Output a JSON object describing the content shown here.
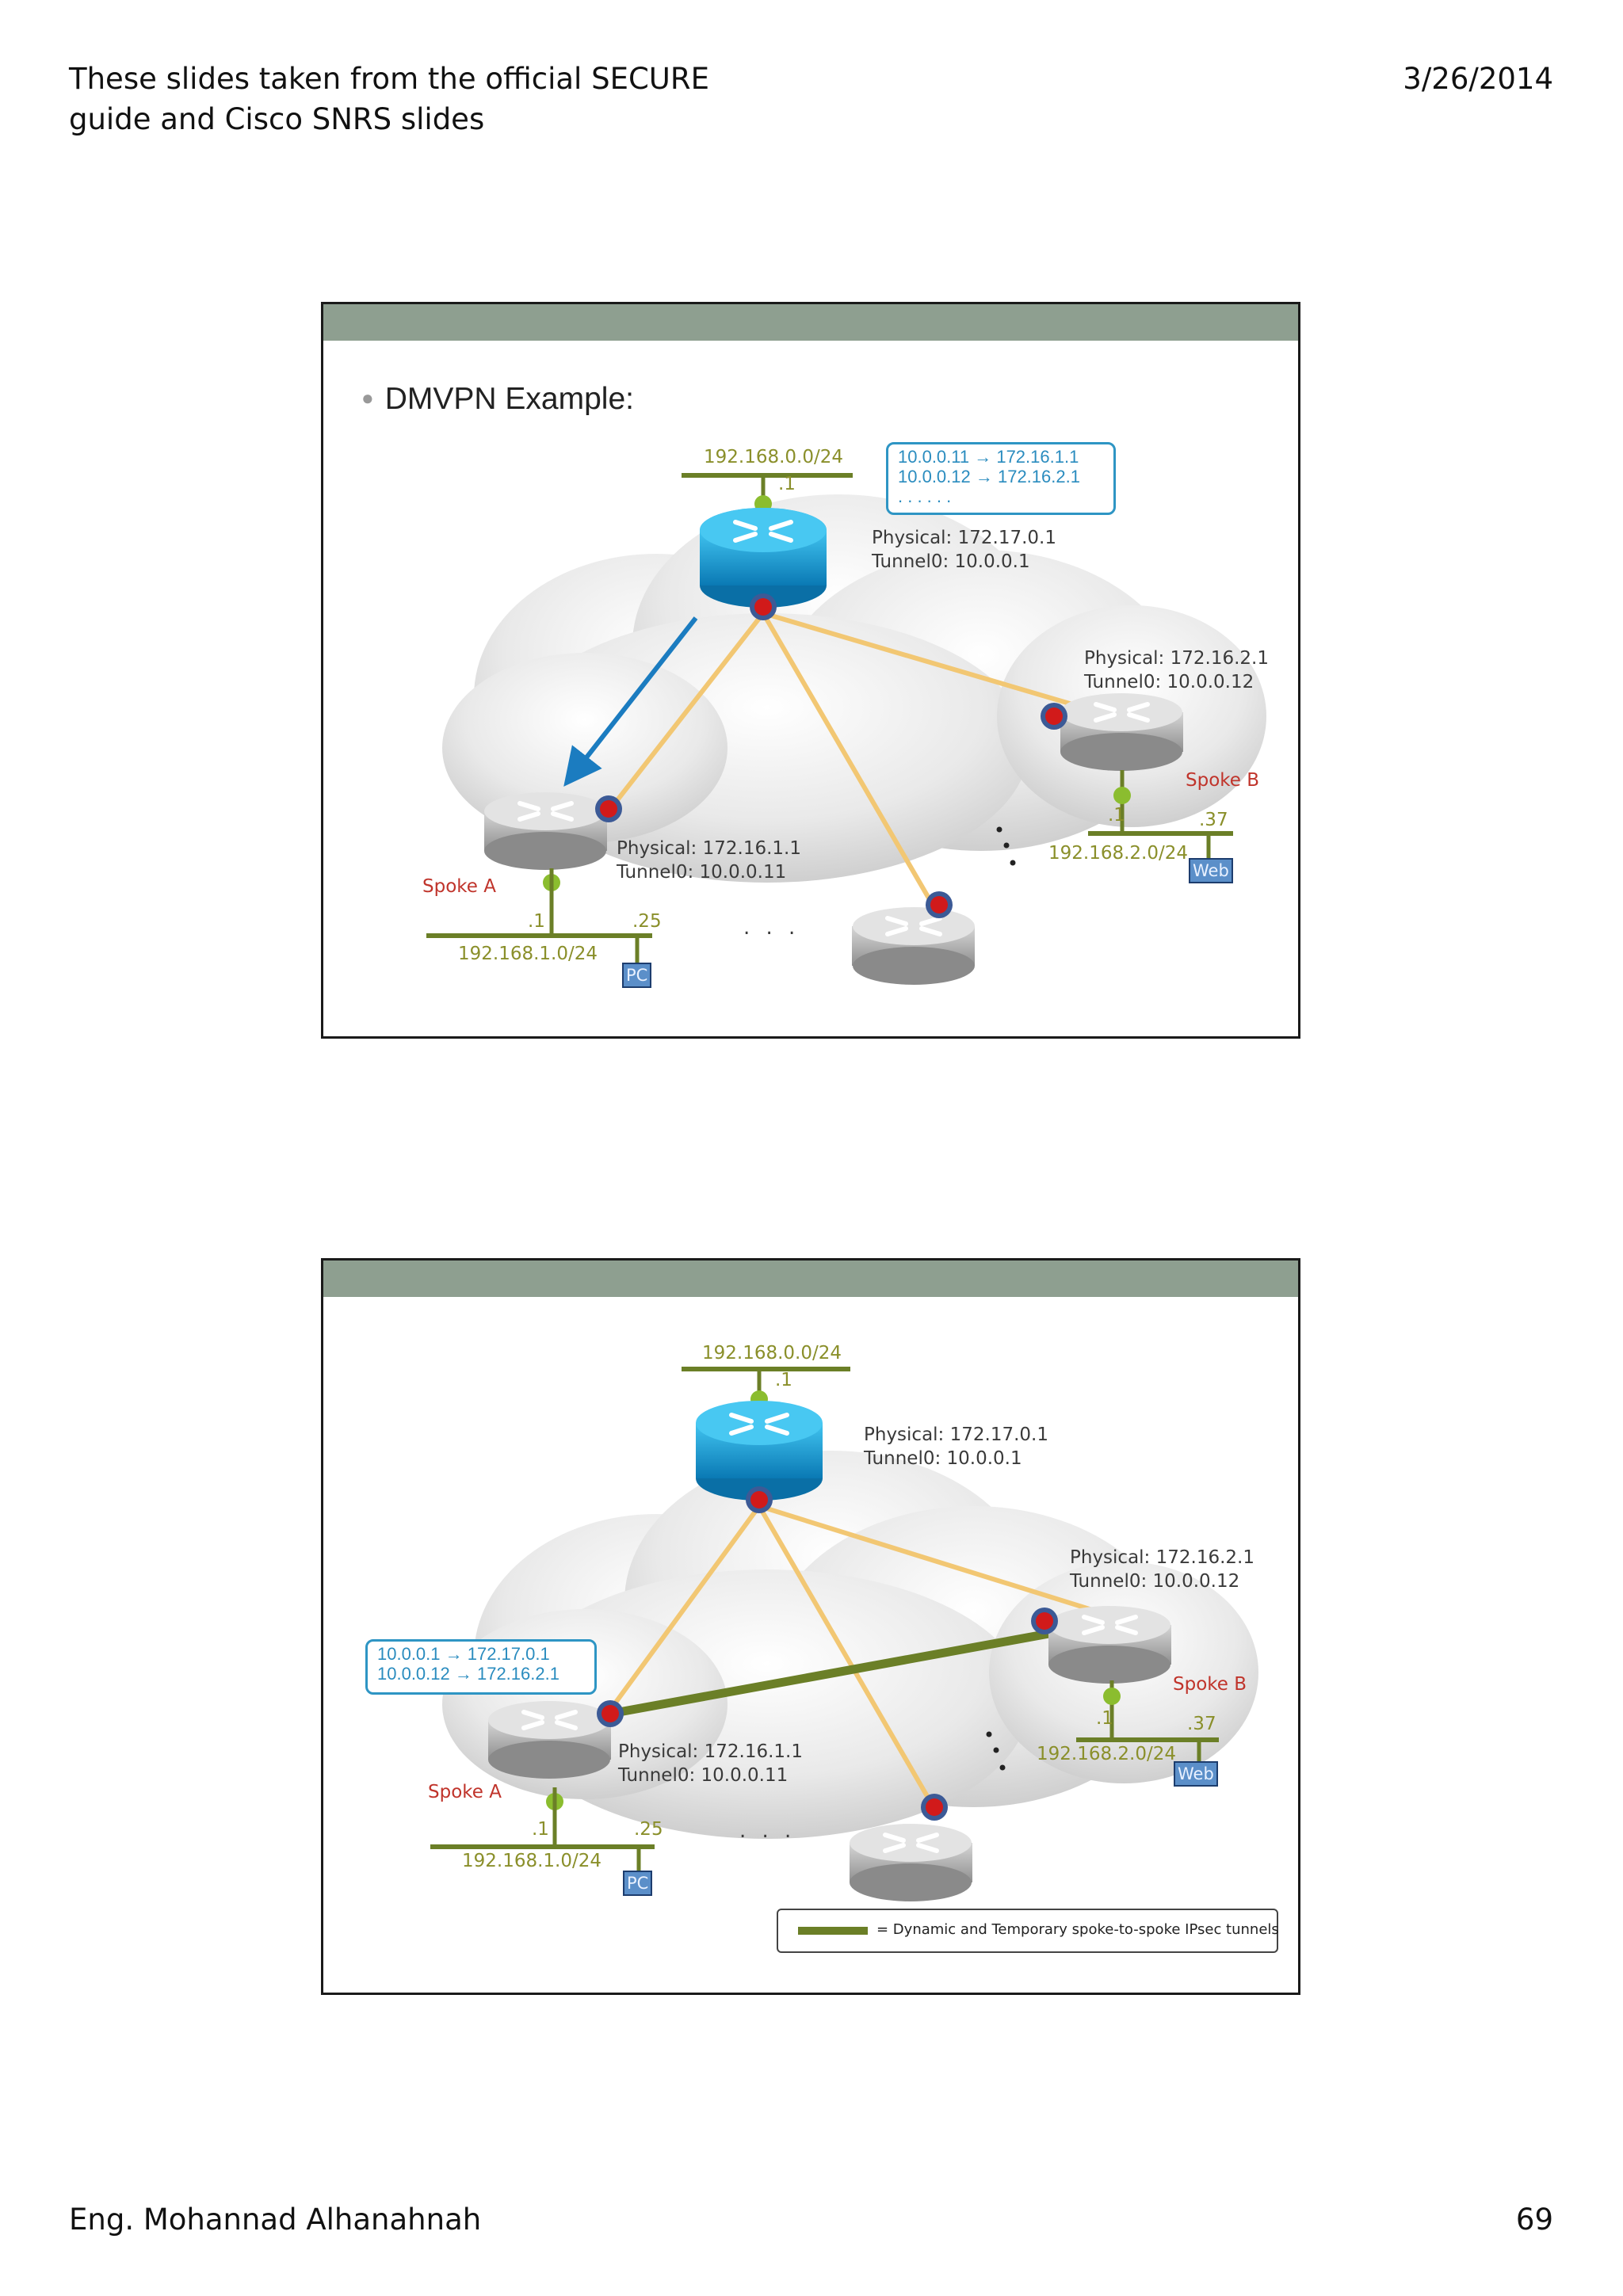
{
  "header": {
    "title_line1": "These slides taken from the official SECURE",
    "title_line2": "guide and Cisco SNRS slides",
    "date": "3/26/2014"
  },
  "footer": {
    "author": "Eng. Mohannad Alhanahnah",
    "page_number": "69"
  },
  "slide1": {
    "title": "DMVPN Example:",
    "hub_lan": "192.168.0.0/24",
    "hub_host": ".1",
    "mapping": [
      "10.0.0.11 → 172.16.1.1",
      "10.0.0.12 → 172.16.2.1",
      ". . .                    . . ."
    ],
    "hub_physical": "Physical: 172.17.0.1",
    "hub_tunnel": "Tunnel0: 10.0.0.1",
    "spokeb_physical": "Physical: 172.16.2.1",
    "spokeb_tunnel": "Tunnel0: 10.0.0.12",
    "spokeb_label": "Spoke B",
    "spokeb_host1": ".1",
    "spokeb_host2": ".37",
    "spokeb_lan": "192.168.2.0/24",
    "spokeb_device": "Web",
    "spokea_physical": "Physical: 172.16.1.1",
    "spokea_tunnel": "Tunnel0: 10.0.0.11",
    "spokea_label": "Spoke A",
    "spokea_host1": ".1",
    "spokea_host2": ".25",
    "spokea_lan": "192.168.1.0/24",
    "spokea_device": "PC",
    "more_dots": ". . ."
  },
  "slide2": {
    "hub_lan": "192.168.0.0/24",
    "hub_host": ".1",
    "hub_physical": "Physical: 172.17.0.1",
    "hub_tunnel": "Tunnel0: 10.0.0.1",
    "spokeb_physical": "Physical: 172.16.2.1",
    "spokeb_tunnel": "Tunnel0: 10.0.0.12",
    "spokeb_label": "Spoke B",
    "spokeb_host1": ".1",
    "spokeb_host2": ".37",
    "spokeb_lan": "192.168.2.0/24",
    "spokeb_device": "Web",
    "mapping": [
      "10.0.0.1 → 172.17.0.1",
      "10.0.0.12 → 172.16.2.1"
    ],
    "spokea_physical": "Physical: 172.16.1.1",
    "spokea_tunnel": "Tunnel0: 10.0.0.11",
    "spokea_label": "Spoke A",
    "spokea_host1": ".1",
    "spokea_host2": ".25",
    "spokea_lan": "192.168.1.0/24",
    "spokea_device": "PC",
    "more_dots": ". . .",
    "legend_text": "= Dynamic and Temporary spoke-to-spoke IPsec tunnels"
  }
}
